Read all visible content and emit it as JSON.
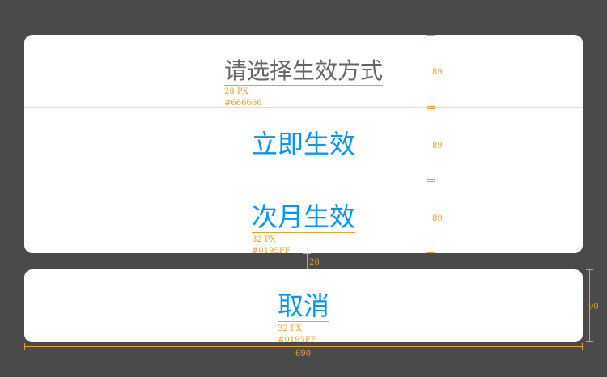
{
  "action_sheet": {
    "title": "请选择生效方式",
    "title_spec": {
      "size": "28 PX",
      "color": "#666666"
    },
    "options": [
      {
        "label": "立即生效"
      },
      {
        "label": "次月生效"
      }
    ],
    "option_spec": {
      "size": "32 PX",
      "color": "#0195FF"
    }
  },
  "cancel": {
    "label": "取消",
    "spec": {
      "size": "32 PX",
      "color": "#0195FF"
    }
  },
  "dimensions": {
    "row_heights": [
      "89",
      "89",
      "89"
    ],
    "gap": "20",
    "cancel_height": "90",
    "width": "690"
  },
  "colors": {
    "background": "#4a4a4a",
    "accent": "#0195FF",
    "title": "#666666",
    "guide": "#f0a020"
  }
}
